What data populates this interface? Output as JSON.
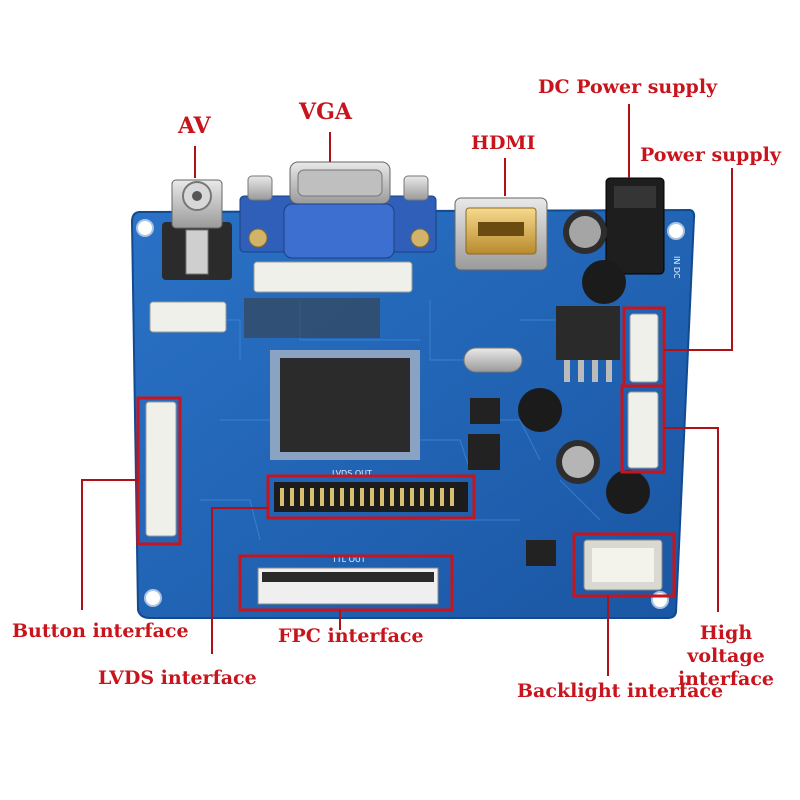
{
  "labels": {
    "av": "AV",
    "vga": "VGA",
    "hdmi": "HDMI",
    "dc_power_supply": "DC Power supply",
    "power_supply": "Power supply",
    "button_interface": "Button interface",
    "lvds_interface": "LVDS interface",
    "fpc_interface": "FPC interface",
    "high_voltage_interface": [
      "High voltage",
      "interface"
    ],
    "backlight_interface": "Backlight interface"
  },
  "silkscreen": {
    "lvds_out": "LVDS OUT",
    "ttl_out": "TTL OUT",
    "dc_in": "IN DC"
  },
  "colors": {
    "label_red": "#c8141c",
    "pcb_blue": "#1f63b5",
    "highlight_box": "#c8141c",
    "leader_line": "#b01018"
  }
}
